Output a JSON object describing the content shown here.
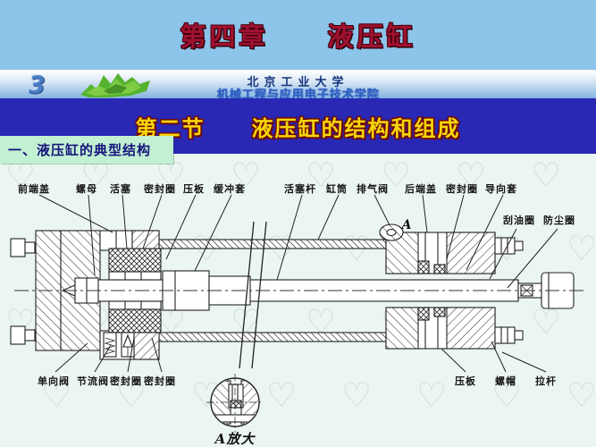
{
  "slide": {
    "chapter_title": "第四章　　液压缸",
    "banner": {
      "logo_number": "3",
      "university": "北京工业大学",
      "college": "机械工程与应用电子技术学院"
    },
    "section_title": "第二节　　液压缸的结构和组成",
    "subsection_title": "一、液压缸的典型结构"
  },
  "diagram": {
    "labels_top": [
      "前端盖",
      "螺母",
      "活塞",
      "密封圈",
      "压板",
      "缓冲套",
      "活塞杆",
      "缸筒",
      "排气阀",
      "后端盖",
      "密封圈",
      "导向套"
    ],
    "labels_right": [
      "刮油圈",
      "防尘圈"
    ],
    "labels_bottom_left": [
      "单向阀",
      "节流阀",
      "密封圈",
      "密封圈"
    ],
    "labels_bottom_right": [
      "压板",
      "螺帽",
      "拉杆"
    ],
    "detail_view_marker": "A",
    "detail_view_caption": "A放大"
  },
  "decor": {
    "watermark_glyph": "♡"
  },
  "colors": {
    "top_band_bg": "#8cc4ea",
    "title_red": "#a01230",
    "bar_blue": "#2828b4",
    "section_yellow": "#f5d60a",
    "tag_green": "#c2f0d2",
    "tag_text": "#16157c",
    "diagram_bg": "#ecf6f1"
  }
}
